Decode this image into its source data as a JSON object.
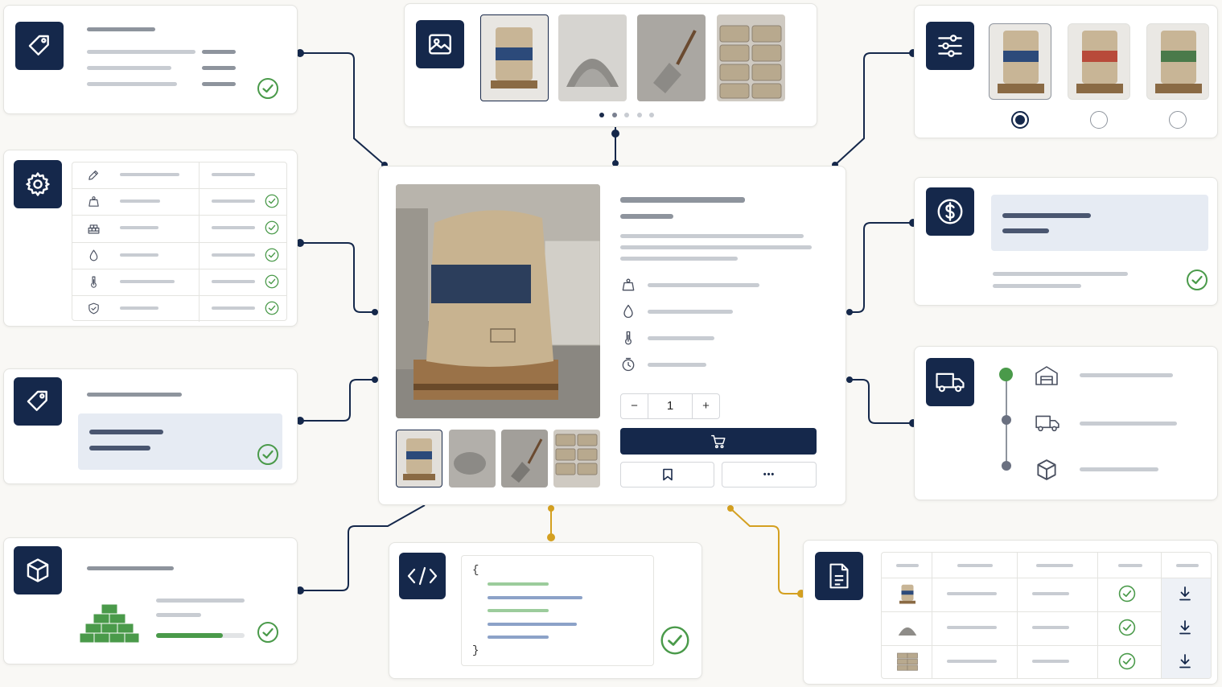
{
  "colors": {
    "navy": "#15284b",
    "success_green": "#4a9a4a",
    "connector_navy": "#15284b",
    "connector_gold": "#d4a020",
    "background": "#f9f8f5"
  },
  "product": {
    "quantity": "1",
    "quantity_decrement": "−",
    "quantity_increment": "+",
    "more_label": "•••",
    "gallery_thumbnail_count": 4,
    "carousel_dots": 5,
    "carousel_active_dot": 1
  },
  "code_block": {
    "open_brace": "{",
    "close_brace": "}"
  },
  "variants": {
    "selected_index": 0,
    "swatches": [
      "#2c4a7a",
      "#b84a3a",
      "#4a7a4a"
    ]
  },
  "stock": {
    "level": 0.75
  },
  "icons": {
    "left_tag": "tag-icon",
    "settings": "gear-icon",
    "promo_tag": "tag-icon",
    "package": "box-icon",
    "gallery": "image-icon",
    "code": "code-icon",
    "filters": "sliders-icon",
    "price": "dollar-icon",
    "shipping": "truck-icon",
    "document": "document-icon",
    "cart": "cart-icon",
    "bookmark": "bookmark-icon",
    "warehouse": "warehouse-icon",
    "download": "download-icon"
  }
}
